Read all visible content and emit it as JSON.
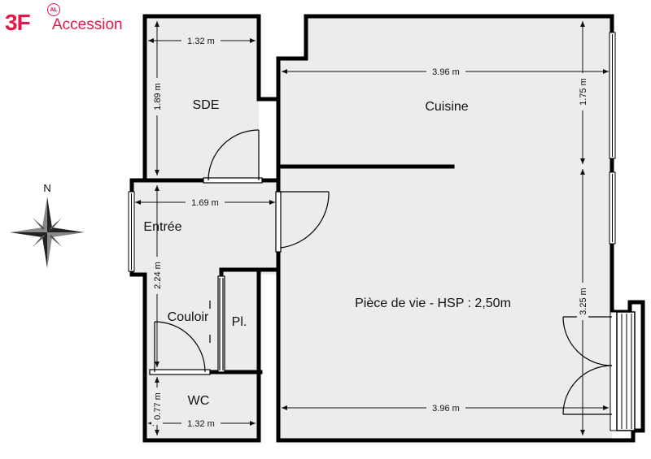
{
  "brand": {
    "prefix": "3F",
    "badge": "AL",
    "name": "Accession",
    "color": "#e4174b"
  },
  "compass": {
    "north_label": "N"
  },
  "rooms": {
    "sde": "SDE",
    "cuisine": "Cuisine",
    "entree": "Entrée",
    "piece_de_vie": "Pièce de vie - HSP : 2,50m",
    "couloir": "Couloir",
    "placard": "Pl.",
    "wc": "WC"
  },
  "dimensions": {
    "sde_width": "1.32 m",
    "sde_height": "1.89 m",
    "cuisine_width": "3.96 m",
    "cuisine_height": "1.75 m",
    "entree_width": "1.69 m",
    "couloir_height": "2.24 m",
    "piece_height": "3.25 m",
    "piece_width": "3.96 m",
    "wc_height": "0.77 m",
    "wc_width": "1.32 m"
  },
  "colors": {
    "floor": "#ececec",
    "wall": "#000000",
    "window": "#ffffff"
  }
}
